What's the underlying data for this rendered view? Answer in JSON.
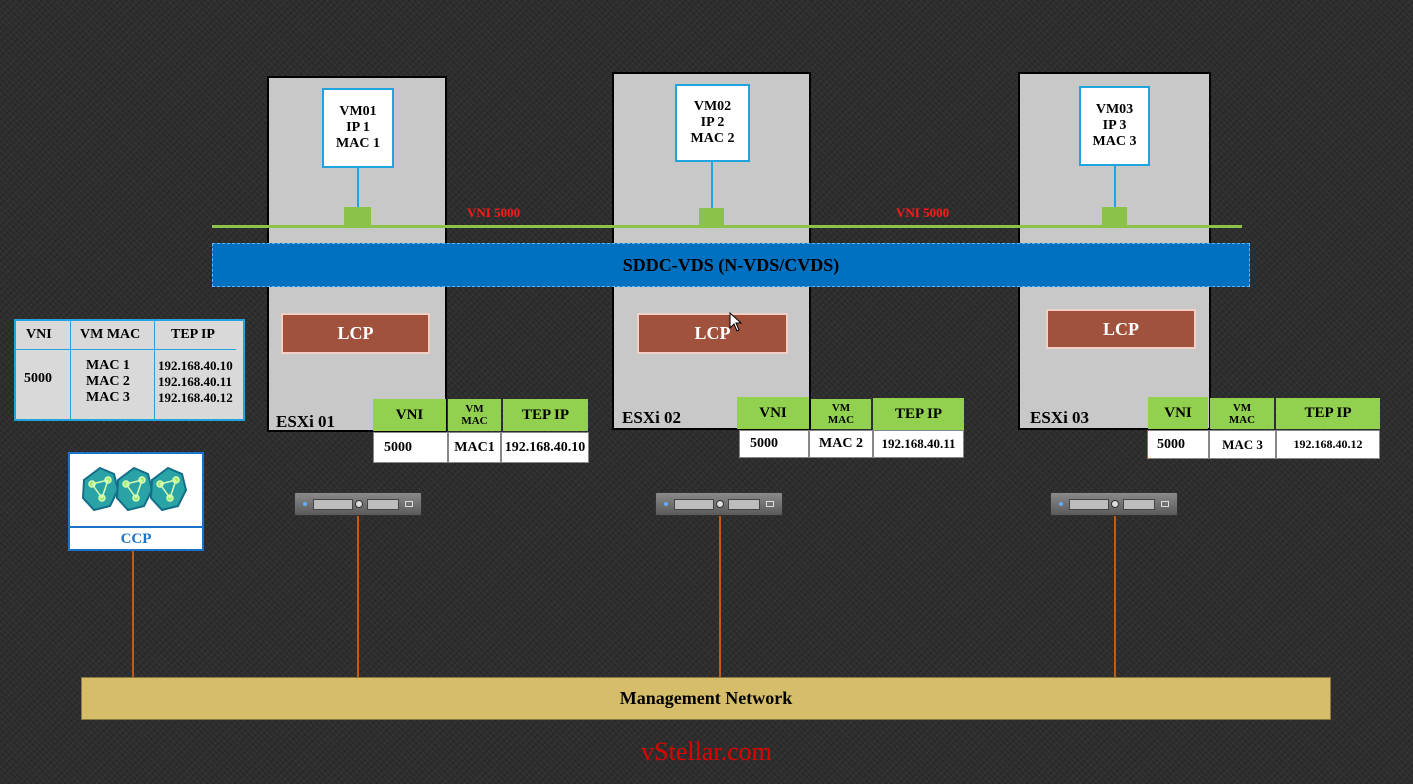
{
  "vni_line_labels": [
    "VNI 5000",
    "VNI 5000"
  ],
  "vds_label": "SDDC-VDS (N-VDS/CVDS)",
  "hosts": [
    {
      "name": "ESXi 01",
      "vm": {
        "line1": "VM01",
        "line2": "IP 1",
        "line3": "MAC 1"
      },
      "lcp": "LCP",
      "table": {
        "h_vni": "VNI",
        "h_mac": "VM MAC",
        "h_tep": "TEP IP",
        "vni": "5000",
        "mac": "MAC1",
        "tep": "192.168.40.10"
      }
    },
    {
      "name": "ESXi 02",
      "vm": {
        "line1": "VM02",
        "line2": "IP 2",
        "line3": "MAC 2"
      },
      "lcp": "LCP",
      "table": {
        "h_vni": "VNI",
        "h_mac": "VM MAC",
        "h_tep": "TEP IP",
        "vni": "5000",
        "mac": "MAC 2",
        "tep": "192.168.40.11"
      }
    },
    {
      "name": "ESXi 03",
      "vm": {
        "line1": "VM03",
        "line2": "IP 3",
        "line3": "MAC 3"
      },
      "lcp": "LCP",
      "table": {
        "h_vni": "VNI",
        "h_mac": "VM MAC",
        "h_tep": "TEP IP",
        "vni": "5000",
        "mac": "MAC 3",
        "tep": "192.168.40.12"
      }
    }
  ],
  "ccp_table": {
    "h_vni": "VNI",
    "h_mac": "VM MAC",
    "h_tep": "TEP IP",
    "vni": "5000",
    "macs": [
      "MAC 1",
      "MAC 2",
      "MAC 3"
    ],
    "teps": [
      "192.168.40.10",
      "192.168.40.11",
      "192.168.40.12"
    ]
  },
  "ccp_label": "CCP",
  "management_network": "Management Network",
  "footer": "vStellar.com",
  "colors": {
    "vds": "#0070c0",
    "lcp": "#a0523d",
    "header": "#92d050",
    "vni_label": "#ff1a1a",
    "mgmt": "#d5bd6a"
  }
}
